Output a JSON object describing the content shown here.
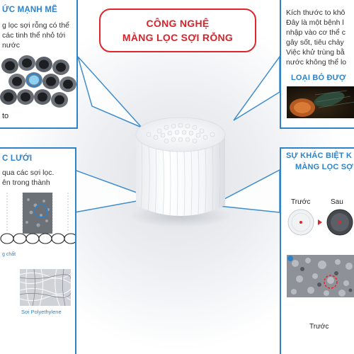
{
  "header": {
    "line1": "CÔNG NGHỆ",
    "line2": "MÀNG LỌC SỢI RỖNG"
  },
  "panels": {
    "top_left": {
      "title": "ỨC MẠNH MẼ",
      "lines": [
        "g lọc sợi rỗng có thể",
        "các tinh thể nhỏ tới",
        "nước"
      ],
      "caption": "to"
    },
    "top_right": {
      "lines": [
        "Kích thước to khô",
        "Đây là một bệnh l",
        "nhập vào cơ thể c",
        "gây sốt, tiêu chảy",
        "Việc khử trùng bằ",
        "nước không thể lo"
      ],
      "subtitle": "LOẠI BỎ ĐƯỢ"
    },
    "bottom_left": {
      "title": "C LƯỚI",
      "lines": [
        "qua các sợi lọc.",
        "ên trong thành"
      ],
      "small_label": "g chất",
      "caption": "Sợi Polyethylene"
    },
    "bottom_right": {
      "title_line1": "SỰ KHÁC BIỆT K",
      "title_line2": "MÀNG LỌC SỢ",
      "before_label": "Trước",
      "after_label": "Sau",
      "before_label_2": "Trước"
    }
  },
  "colors": {
    "accent_blue": "#2c83c9",
    "title_red": "#d8232a"
  }
}
